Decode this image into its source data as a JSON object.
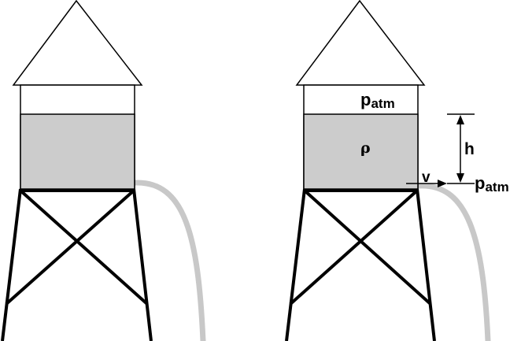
{
  "colors": {
    "outline": "#000000",
    "water": "#cccccc",
    "stream": "#c8c8c8",
    "background": "#ffffff"
  },
  "labels": {
    "p_main": "p",
    "atm_sub": "atm",
    "rho": "ρ",
    "h": "h",
    "v": "v",
    "p_out_main": "p",
    "atm_out_sub": "atm"
  }
}
